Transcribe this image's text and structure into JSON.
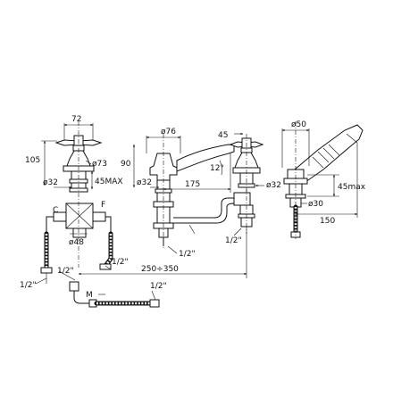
{
  "labels": {
    "d72": "72",
    "d105": "105",
    "d73": "ø73",
    "d32a": "ø32",
    "d45max_a": "45MAX",
    "letter_c": "C",
    "letter_f": "F",
    "d48": "ø48",
    "half_a": "1/2\"",
    "half_b": "1/2\"",
    "half_c": "1/2\"",
    "half_d": "1/2\"",
    "letter_m": "M",
    "half_e": "1/2\"",
    "d76": "ø76",
    "d90": "90",
    "d32b": "ø32",
    "d175": "175",
    "d12": "12°",
    "d45": "45",
    "d32c": "ø32",
    "range": "250÷350",
    "half_f": "1/2\"",
    "half_g": "1/2\"",
    "d50": "ø50",
    "d45max_b": "45max",
    "d30": "ø30",
    "d150": "150"
  }
}
